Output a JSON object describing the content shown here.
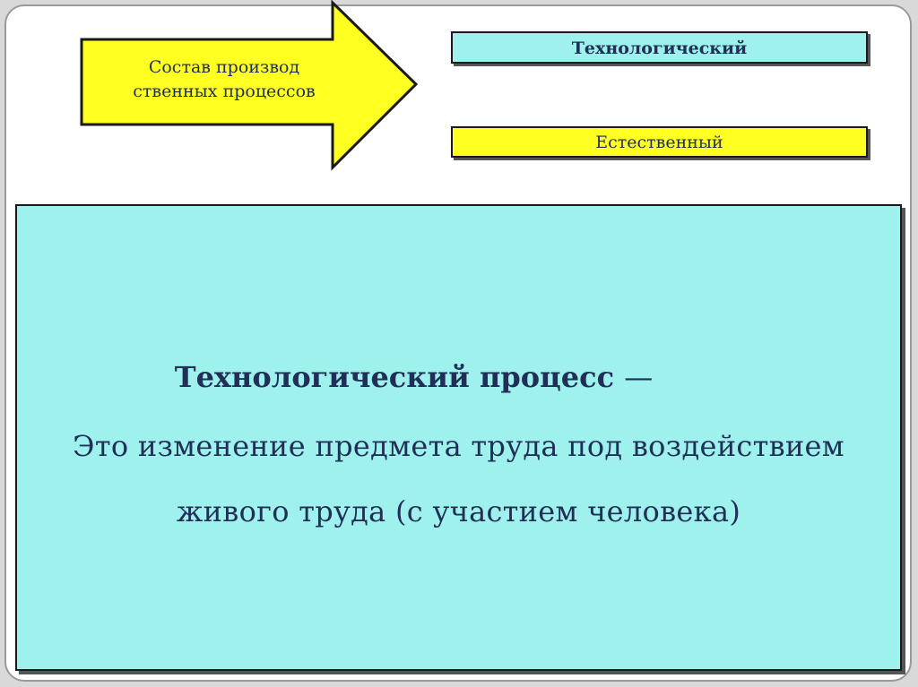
{
  "diagram": {
    "arrow": {
      "label_line1": "Состав производ",
      "label_line2": "ственных процессов",
      "fill": "#ffff22"
    },
    "boxes": [
      {
        "label": "Технологический",
        "fill": "#9ff1ee"
      },
      {
        "label": "Естественный",
        "fill": "#ffff22"
      }
    ],
    "definition_panel": {
      "term": "Технологический процесс",
      "dash": "—",
      "text_line1": "Это изменение предмета труда под воздействием",
      "text_line2": "живого труда (с участием человека)",
      "fill": "#9ff1ee"
    }
  },
  "colors": {
    "text": "#1f2f55",
    "border": "#1a1a1a"
  }
}
